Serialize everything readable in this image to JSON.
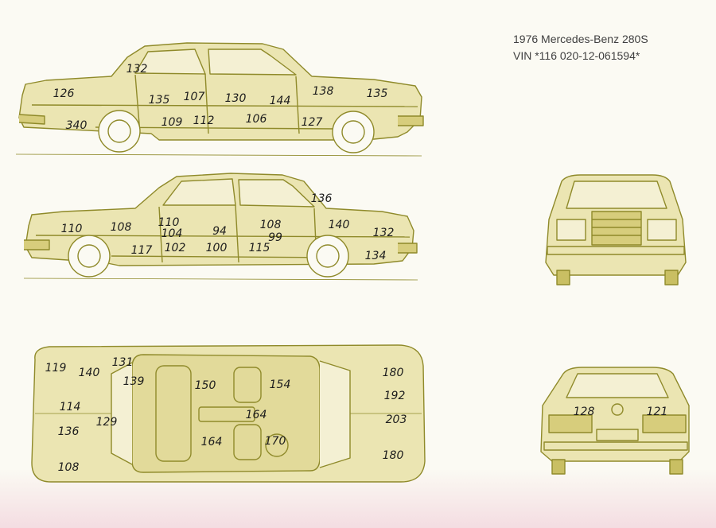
{
  "header": {
    "title": "1976 Mercedes-Benz 280S",
    "vin": "VIN  *116 020-12-061594*"
  },
  "colors": {
    "line": "#8f8a2a",
    "fill": "#e7e0a5",
    "fill_dark": "#c9bf63",
    "ink": "#1d1d1d",
    "paper": "#fbfaf3",
    "pink_tint": "#f3d9df"
  },
  "views": {
    "side_right": {
      "readings": [
        "132",
        "126",
        "135",
        "107",
        "130",
        "144",
        "138",
        "135",
        "340",
        "109",
        "112",
        "106",
        "127"
      ]
    },
    "side_left": {
      "readings": [
        "136",
        "110",
        "108",
        "110",
        "104",
        "94",
        "108",
        "140",
        "132",
        "99",
        "117",
        "102",
        "100",
        "115",
        "134"
      ]
    },
    "top": {
      "readings": [
        "119",
        "140",
        "131",
        "139",
        "150",
        "154",
        "180",
        "192",
        "114",
        "129",
        "164",
        "203",
        "136",
        "164",
        "170",
        "180",
        "108"
      ]
    },
    "front": {
      "readings": []
    },
    "rear": {
      "readings": [
        "128",
        "121"
      ]
    }
  }
}
